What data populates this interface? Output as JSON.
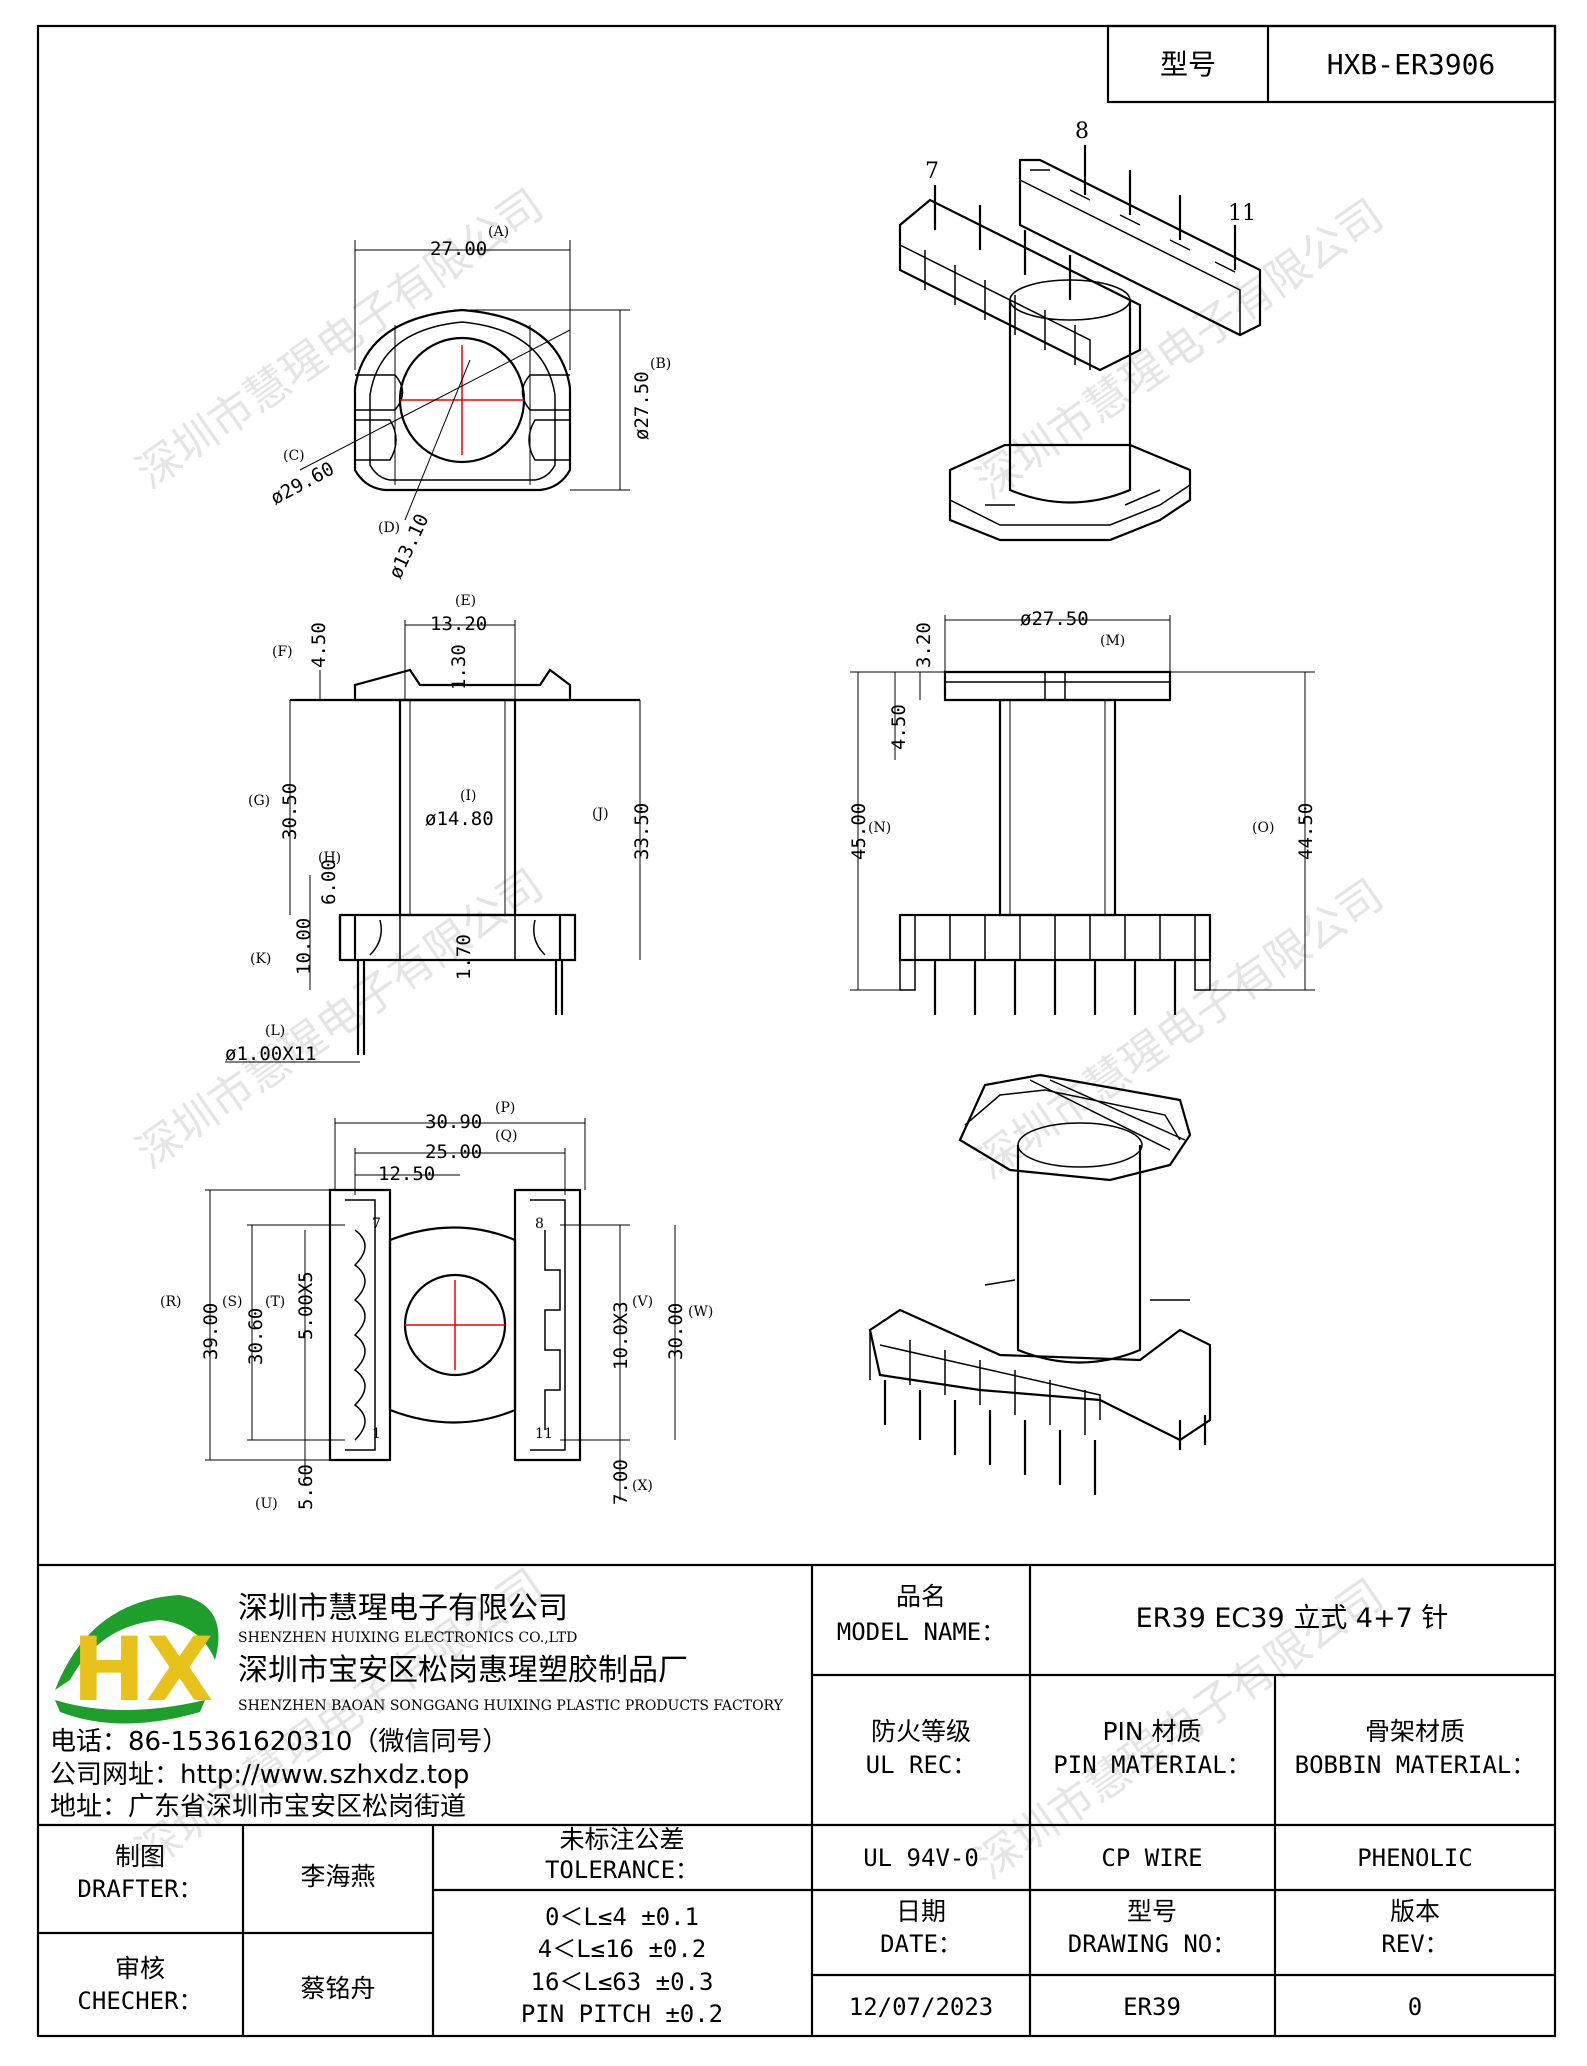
{
  "header": {
    "type_label": "型号",
    "type_value": "HXB-ER3906"
  },
  "pin_labels": {
    "p7": "7",
    "p8": "8",
    "p11": "11"
  },
  "dims": {
    "A": {
      "tag": "(A)",
      "value": "27.00"
    },
    "B": {
      "tag": "(B)",
      "value": "ø27.50"
    },
    "C": {
      "tag": "(C)",
      "value": "ø29.60"
    },
    "D": {
      "tag": "(D)",
      "value": "ø13.10"
    },
    "E": {
      "tag": "(E)",
      "value": "13.20"
    },
    "F": {
      "tag": "(F)",
      "value": "4.50"
    },
    "F2": {
      "value": "1.30"
    },
    "G": {
      "tag": "(G)",
      "value": "30.50"
    },
    "H": {
      "tag": "(H)",
      "value": "6.00"
    },
    "I": {
      "tag": "(I)",
      "value": "ø14.80"
    },
    "J": {
      "tag": "(J)",
      "value": "33.50"
    },
    "K": {
      "tag": "(K)",
      "value": "10.00"
    },
    "K2": {
      "value": "1.70"
    },
    "L": {
      "tag": "(L)",
      "value": "ø1.00X11"
    },
    "M": {
      "tag": "(M)",
      "value": "ø27.50"
    },
    "M2": {
      "value": "3.20"
    },
    "M3": {
      "value": "4.50"
    },
    "N": {
      "tag": "(N)",
      "value": "45.00"
    },
    "O": {
      "tag": "(O)",
      "value": "44.50"
    },
    "P": {
      "tag": "(P)",
      "value": "30.90"
    },
    "Q": {
      "tag": "(Q)",
      "value": "25.00"
    },
    "Q2": {
      "value": "12.50"
    },
    "R": {
      "tag": "(R)",
      "value": "39.00"
    },
    "S": {
      "tag": "(S)",
      "value": "30.60"
    },
    "T": {
      "tag": "(T)",
      "value": "5.00X5"
    },
    "U": {
      "tag": "(U)",
      "value": "5.60"
    },
    "V": {
      "tag": "(V)",
      "value": "10.0X3"
    },
    "W": {
      "tag": "(W)",
      "value": "30.00"
    },
    "X": {
      "tag": "(X)",
      "value": "7.00"
    }
  },
  "bottom_pins": {
    "p7": "7",
    "p8": "8",
    "p1": "1",
    "p11": "11"
  },
  "watermark": "深圳市慧瑆电子有限公司",
  "company": {
    "logo_letters": "HX",
    "name1": "深圳市慧瑆电子有限公司",
    "name1_en": "SHENZHEN HUIXING ELECTRONICS CO.,LTD",
    "name2": "深圳市宝安区松岗惠瑆塑胶制品厂",
    "name2_en": "SHENZHEN BAOAN SONGGANG HUIXING PLASTIC PRODUCTS FACTORY",
    "phone": "电话：86-15361620310（微信同号）",
    "website": "公司网址：http://www.szhxdz.top",
    "address": "地址：广东省深圳市宝安区松岗街道"
  },
  "titleblock": {
    "model_name_cn": "品名",
    "model_name_en": "MODEL NAME：",
    "model_name_value": "ER39 EC39 立式 4+7 针",
    "ul_cn": "防火等级",
    "ul_en": "UL REC：",
    "pin_mat_cn": "PIN 材质",
    "pin_mat_en": "PIN MATERIAL：",
    "bobbin_mat_cn": "骨架材质",
    "bobbin_mat_en": "BOBBIN MATERIAL：",
    "ul_value": "UL 94V-0",
    "pin_mat_value": "CP WIRE",
    "bobbin_mat_value": "PHENOLIC",
    "drafter_cn": "制图",
    "drafter_en": "DRAFTER：",
    "drafter_value": "李海燕",
    "checker_cn": "审核",
    "checker_en": "CHECHER：",
    "checker_value": "蔡铭舟",
    "tol_cn": "未标注公差",
    "tol_en": "TOLERANCE：",
    "tol_lines": [
      "0＜L≤4   ±0.1",
      "4＜L≤16  ±0.2",
      "16＜L≤63 ±0.3",
      "PIN PITCH ±0.2"
    ],
    "date_cn": "日期",
    "date_en": "DATE：",
    "date_value": "12/07/2023",
    "drawing_cn": "型号",
    "drawing_en": "DRAWING NO：",
    "drawing_value": "ER39",
    "rev_cn": "版本",
    "rev_en": "REV：",
    "rev_value": "0"
  }
}
